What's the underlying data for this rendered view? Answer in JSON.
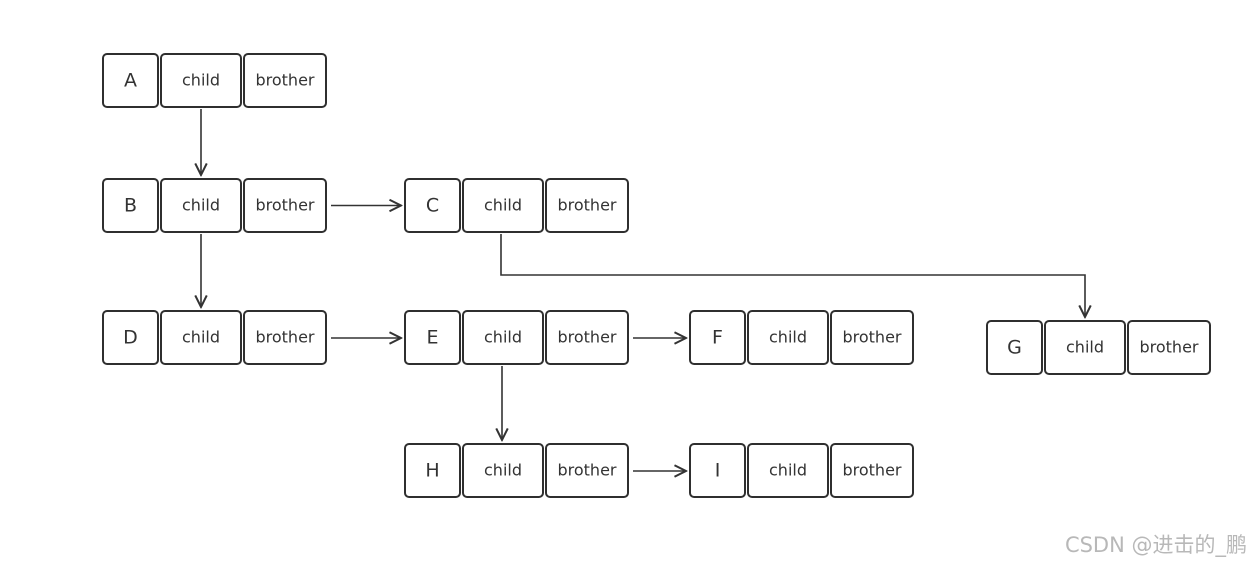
{
  "diagram": {
    "nodes": [
      {
        "id": "A",
        "label": "A",
        "child_label": "child",
        "brother_label": "brother"
      },
      {
        "id": "B",
        "label": "B",
        "child_label": "child",
        "brother_label": "brother"
      },
      {
        "id": "C",
        "label": "C",
        "child_label": "child",
        "brother_label": "brother"
      },
      {
        "id": "D",
        "label": "D",
        "child_label": "child",
        "brother_label": "brother"
      },
      {
        "id": "E",
        "label": "E",
        "child_label": "child",
        "brother_label": "brother"
      },
      {
        "id": "F",
        "label": "F",
        "child_label": "child",
        "brother_label": "brother"
      },
      {
        "id": "G",
        "label": "G",
        "child_label": "child",
        "brother_label": "brother"
      },
      {
        "id": "H",
        "label": "H",
        "child_label": "child",
        "brother_label": "brother"
      },
      {
        "id": "I",
        "label": "I",
        "child_label": "child",
        "brother_label": "brother"
      }
    ],
    "edges": [
      {
        "from": "A",
        "to": "B",
        "via": "child"
      },
      {
        "from": "B",
        "to": "D",
        "via": "child"
      },
      {
        "from": "B",
        "to": "C",
        "via": "brother"
      },
      {
        "from": "C",
        "to": "G",
        "via": "child"
      },
      {
        "from": "D",
        "to": "E",
        "via": "brother"
      },
      {
        "from": "E",
        "to": "F",
        "via": "brother"
      },
      {
        "from": "E",
        "to": "H",
        "via": "child"
      },
      {
        "from": "H",
        "to": "I",
        "via": "brother"
      }
    ]
  },
  "watermark": {
    "text": "CSDN @进击的_鹏"
  }
}
